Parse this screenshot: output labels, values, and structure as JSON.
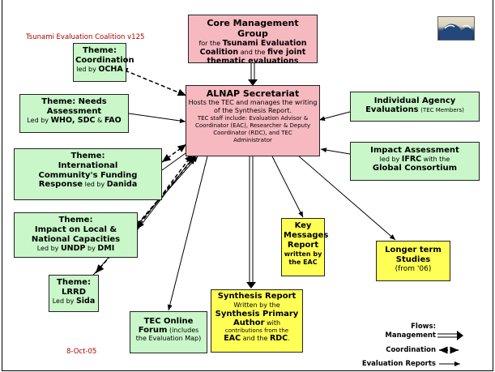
{
  "header": {
    "version": "Tsunami Evaluation Coalition v125",
    "date": "8-Oct-05"
  },
  "core": {
    "title": "Core Management Group",
    "l1": "for the",
    "l1b": "Tsunami Evaluation",
    "l2": "Coalition",
    "l2b": "and the",
    "l2c": "five joint",
    "l3": "thematic evaluations"
  },
  "alnap": {
    "title": "ALNAP Secretariat",
    "l1": "Hosts the TEC and manages the writing",
    "l2": "of the Synthesis Report.",
    "l3": "TEC staff include: Evaluation Advisor &",
    "l4": "Coordinator (EAC), Researcher & Deputy",
    "l5": "Coordinator (RDC), and TEC",
    "l6": "Administrator"
  },
  "themes": {
    "coordination": {
      "t1": "Theme:",
      "t2": "Coordination",
      "led": "led by",
      "org": "OCHA"
    },
    "needs": {
      "t1": "Theme: Needs",
      "t2": "Assessment",
      "led": "Led by",
      "org": "WHO",
      "org2": "SDC",
      "amp": "&",
      "org3": "FAO"
    },
    "funding": {
      "t1": "Theme:",
      "t2": "International",
      "t3": "Community's Funding",
      "t4": "Response",
      "led": "led by",
      "org": "Danida"
    },
    "capacities": {
      "t1": "Theme:",
      "t2": "Impact on Local &",
      "t3": "National Capacities",
      "led": "Led by",
      "org": "UNDP",
      "by": "by",
      "org2": "DMI"
    },
    "lrrd": {
      "t1": "Theme:",
      "t2": "LRRD",
      "led": "Led by",
      "org": "Sida"
    }
  },
  "agency": {
    "t1": "Individual Agency",
    "t2": "Evaluations",
    "sub": "(TEC Members)"
  },
  "impact": {
    "t1": "Impact Assessment",
    "led": "led by",
    "org": "IFRC",
    "with": "with the",
    "org2": "Global Consortium"
  },
  "key": {
    "t1": "Key",
    "t2": "Messages",
    "t3": "Report",
    "t4": "written by",
    "t5": "the EAC"
  },
  "longer": {
    "t1": "Longer term",
    "t2": "Studies",
    "t3": "(from '06)"
  },
  "forum": {
    "t1": "TEC Online",
    "t2": "Forum",
    "t2b": "(includes",
    "t3": "the Evaluation Map)"
  },
  "synthesis": {
    "t1": "Synthesis Report",
    "l1": "Written by the",
    "l2": "Synthesis Primary",
    "l3": "Author",
    "l3b": "with",
    "l4": "contributions from the",
    "l5": "EAC",
    "l5b": "and the",
    "l5c": "RDC",
    "l5d": "."
  },
  "legend": {
    "title": "Flows:",
    "management": "Management",
    "coordination": "Coordination",
    "evaluation": "Evaluation Reports"
  },
  "colors": {
    "pink": "#f6b9c0",
    "green": "#c9f7c9",
    "yellow": "#ffff55",
    "accent": "#a00000"
  }
}
